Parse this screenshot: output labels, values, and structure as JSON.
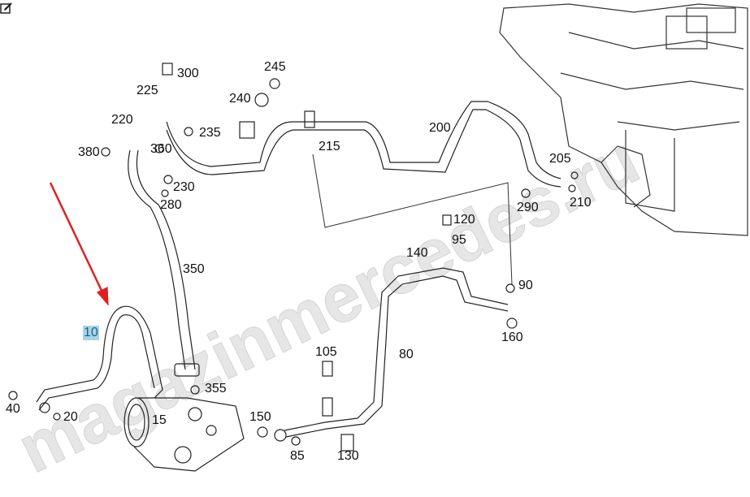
{
  "watermark": "magazinmercedes.ru",
  "highlighted_part": "10",
  "labels": [
    "300",
    "225",
    "245",
    "240",
    "220",
    "235",
    "380",
    "360",
    "215",
    "200",
    "205",
    "230",
    "280",
    "290",
    "210",
    "120",
    "95",
    "140",
    "90",
    "350",
    "160",
    "10",
    "105",
    "80",
    "355",
    "40",
    "20",
    "15",
    "150",
    "85",
    "130"
  ],
  "colors": {
    "arrow": "#e02020",
    "highlight": "#a9d3e8"
  },
  "icons": {
    "edit": "edit-icon"
  }
}
